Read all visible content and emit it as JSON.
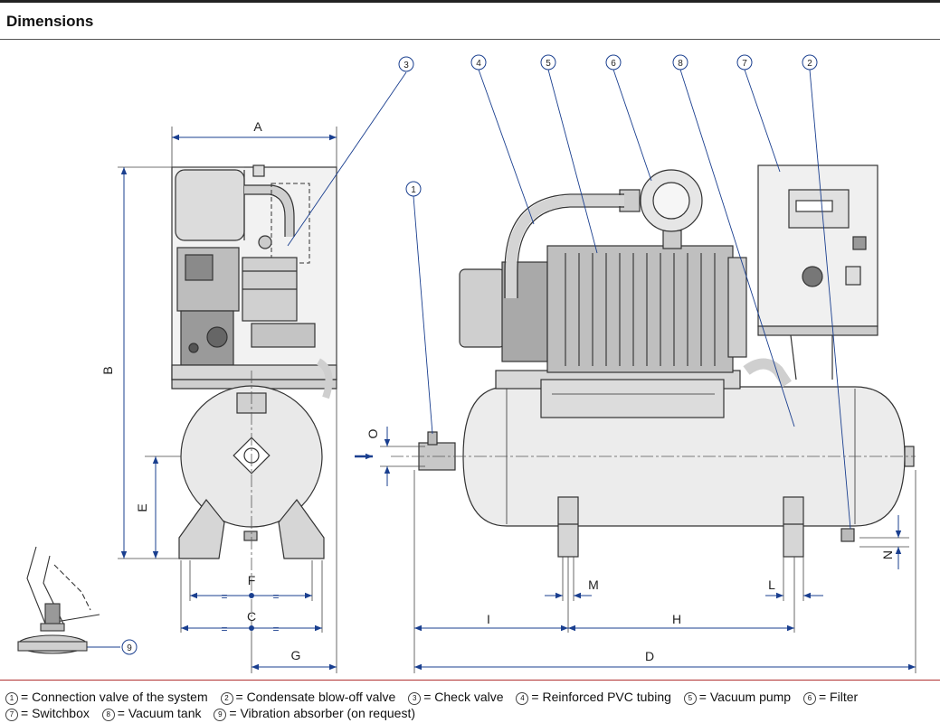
{
  "header": {
    "title": "Dimensions"
  },
  "dimensions": {
    "A": "A",
    "B": "B",
    "C": "C",
    "D": "D",
    "E": "E",
    "F": "F",
    "G": "G",
    "H": "H",
    "I": "I",
    "L": "L",
    "M": "M",
    "N": "N",
    "O": "O"
  },
  "callouts": {
    "c1": "1",
    "c2": "2",
    "c3": "3",
    "c4": "4",
    "c5": "5",
    "c6": "6",
    "c7": "7",
    "c8": "8",
    "c9": "9"
  },
  "equal_sign": "=",
  "legend": {
    "line1": [
      {
        "num": "1",
        "text": "= Connection valve of the system"
      },
      {
        "num": "2",
        "text": "= Condensate blow-off valve"
      },
      {
        "num": "3",
        "text": "= Check valve"
      },
      {
        "num": "4",
        "text": "= Reinforced PVC tubing"
      },
      {
        "num": "5",
        "text": "= Vacuum pump"
      },
      {
        "num": "6",
        "text": "= Filter"
      }
    ],
    "line2": [
      {
        "num": "7",
        "text": "= Switchbox"
      },
      {
        "num": "8",
        "text": "= Vacuum tank"
      },
      {
        "num": "9",
        "text": "= Vibration absorber (on request)"
      }
    ]
  },
  "colors": {
    "dimension": "#1a3f8f",
    "outline": "#333333",
    "fill": "#e6e6e6",
    "accent": "#b03030"
  }
}
